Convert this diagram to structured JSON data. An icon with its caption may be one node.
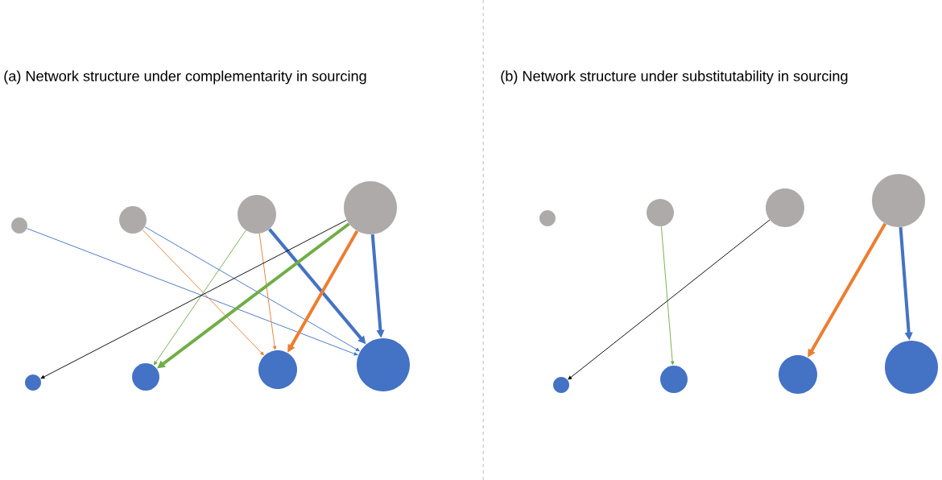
{
  "diagram": {
    "nodes": [
      {
        "text": [],
        "shape": "circle"
      },
      {
        "text": [],
        "shape": "circle"
      },
      {
        "text": [],
        "shape": "circle"
      },
      {
        "text": [],
        "shape": "circle"
      },
      {
        "text": [],
        "shape": "circle"
      },
      {
        "text": [],
        "shape": "circle"
      },
      {
        "text": [],
        "shape": "circle"
      },
      {
        "text": [],
        "shape": "circle"
      },
      {
        "text": [],
        "shape": "circle"
      },
      {
        "text": [],
        "shape": "circle"
      },
      {
        "text": [],
        "shape": "circle"
      },
      {
        "text": [],
        "shape": "circle"
      },
      {
        "text": [],
        "shape": "circle"
      },
      {
        "text": [],
        "shape": "circle"
      },
      {
        "text": [],
        "shape": "circle"
      },
      {
        "text": [],
        "shape": "circle"
      }
    ],
    "edges": [
      {
        "from": 0,
        "to": 7,
        "arrow": "to",
        "color": "#4472c4"
      },
      {
        "from": 1,
        "to": 6,
        "arrow": "to",
        "color": "#ed7d31"
      },
      {
        "from": 1,
        "to": 7,
        "arrow": "to",
        "color": "#4472c4"
      },
      {
        "from": 2,
        "to": 5,
        "arrow": "to",
        "color": "#70ad47"
      },
      {
        "from": 2,
        "to": 6,
        "arrow": "to",
        "color": "#ed7d31"
      },
      {
        "from": 2,
        "to": 7,
        "arrow": "to",
        "color": "#4472c4",
        "style": "thick"
      },
      {
        "from": 3,
        "to": 4,
        "arrow": "to",
        "color": "#000000"
      },
      {
        "from": 3,
        "to": 5,
        "arrow": "to",
        "color": "#70ad47",
        "style": "thick"
      },
      {
        "from": 3,
        "to": 6,
        "arrow": "to",
        "color": "#ed7d31",
        "style": "thick"
      },
      {
        "from": 3,
        "to": 7,
        "arrow": "to",
        "color": "#4472c4",
        "style": "thick"
      },
      {
        "from": 9,
        "to": 13,
        "arrow": "to",
        "color": "#70ad47"
      },
      {
        "from": 10,
        "to": 12,
        "arrow": "to",
        "color": "#000000"
      },
      {
        "from": 11,
        "to": 14,
        "arrow": "to",
        "color": "#ed7d31",
        "style": "thick"
      },
      {
        "from": 11,
        "to": 15,
        "arrow": "to",
        "color": "#4472c4",
        "style": "thick"
      }
    ],
    "labels": [
      "(a) Network structure under complementarity in sourcing",
      "(b) Network structure under substitutability in sourcing"
    ]
  }
}
